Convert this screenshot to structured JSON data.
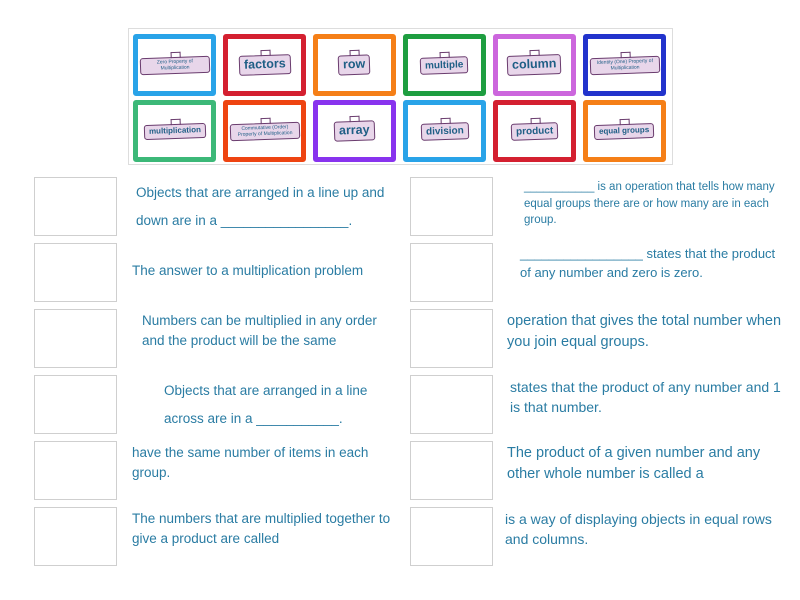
{
  "tiles": [
    {
      "label": "Zero Property of Multiplication",
      "color": "#29a3e8",
      "size": "tiny"
    },
    {
      "label": "factors",
      "color": "#d42030",
      "size": "big"
    },
    {
      "label": "row",
      "color": "#f57f17",
      "size": "big"
    },
    {
      "label": "multiple",
      "color": "#1e9e40",
      "size": "mid"
    },
    {
      "label": "column",
      "color": "#cc66dd",
      "size": "big"
    },
    {
      "label": "Identity (One) Property of Multiplication",
      "color": "#2233cc",
      "size": "tiny"
    },
    {
      "label": "multiplication",
      "color": "#3cb878",
      "size": "small"
    },
    {
      "label": "Commutative (Order) Property of Multiplication",
      "color": "#ee4411",
      "size": "tiny"
    },
    {
      "label": "array",
      "color": "#8833ee",
      "size": "big"
    },
    {
      "label": "division",
      "color": "#29a3e8",
      "size": "mid"
    },
    {
      "label": "product",
      "color": "#d42030",
      "size": "mid"
    },
    {
      "label": "equal groups",
      "color": "#f57f17",
      "size": "small"
    }
  ],
  "left": [
    "Objects that are arranged in a line up and down are in a _________________.",
    "The answer to a multiplication problem",
    "Numbers can be multiplied in any order and the product will be the same",
    "Objects that are arranged in a line across are in a ___________.",
    "have the same number of items in each group.",
    "The numbers that are multiplied together to give a product are called"
  ],
  "right": [
    "___________ is an operation that tells how many equal groups there are or how many are in each group.",
    "_________________ states that the product of any number and zero is zero.",
    "operation that gives the total number when you join equal groups.",
    "states that the product of any number and 1 is that number.",
    "The product of a given number and any other whole number is called a",
    "is a way of displaying objects in equal rows and columns."
  ]
}
